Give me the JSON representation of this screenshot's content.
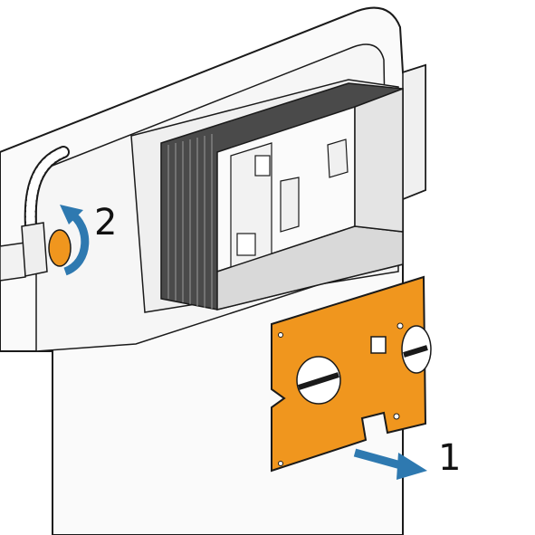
{
  "colors": {
    "accent_orange": "#F0961E",
    "arrow_blue": "#2E79B0",
    "outline": "#1a1a1a",
    "panel_light": "#f4f4f4",
    "fins": "#3a3a3a"
  },
  "steps": [
    {
      "number": "1",
      "action": "pull-out-arrow"
    },
    {
      "number": "2",
      "action": "turn-valve-arrow"
    }
  ]
}
